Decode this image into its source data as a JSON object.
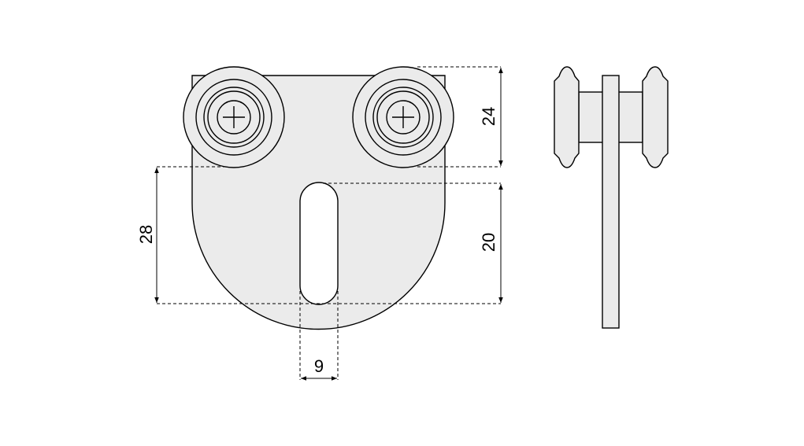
{
  "drawing": {
    "fill_color": "#ebebeb",
    "line_color": "#000000",
    "dimensions": {
      "wheel_height": "24",
      "mount_height": "28",
      "slot_height": "20",
      "slot_width": "9"
    }
  }
}
